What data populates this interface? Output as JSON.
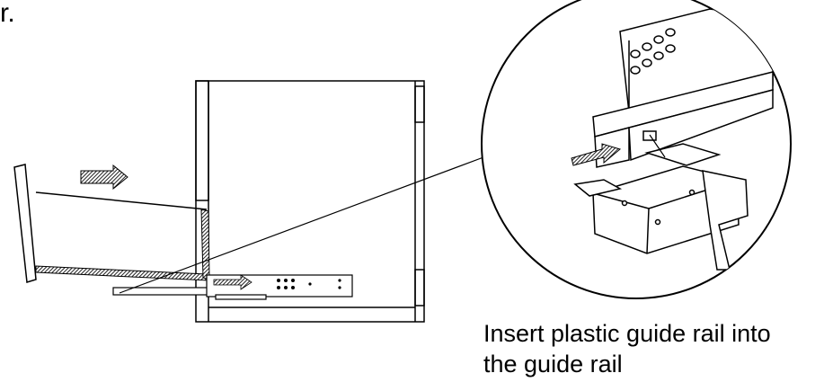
{
  "header": {
    "fragment": "r."
  },
  "caption": {
    "line1": "Insert plastic guide rail into",
    "line2": "the guide rail"
  },
  "colors": {
    "ink": "#000000",
    "hatch": "#333333",
    "background": "#ffffff"
  },
  "icons": [
    "push-arrow-icon",
    "push-arrow-icon"
  ]
}
